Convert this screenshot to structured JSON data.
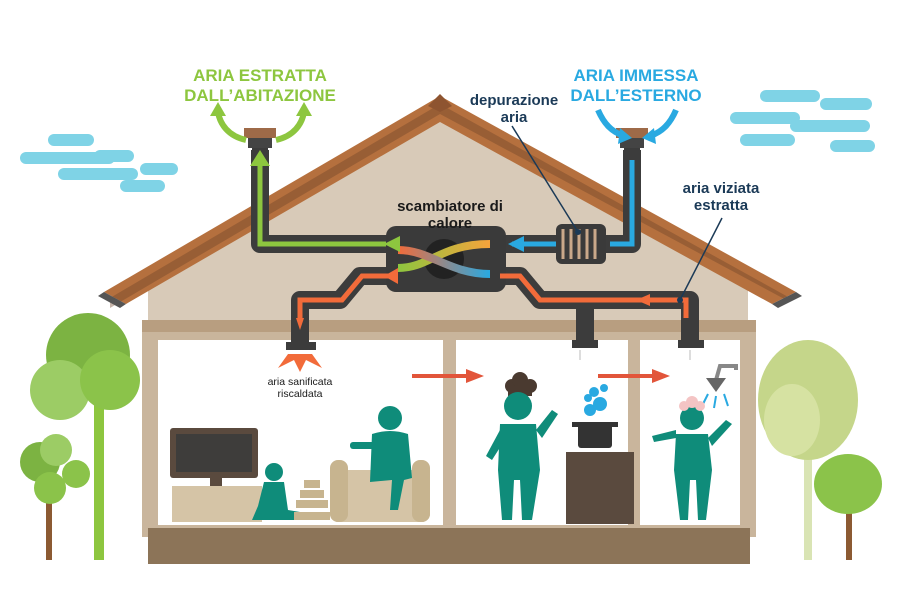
{
  "labels": {
    "extracted_air": [
      "ARIA ESTRATTA",
      "DALL’ABITAZIONE"
    ],
    "intake_air": [
      "ARIA IMMESSA",
      "DALL’ESTERNO"
    ],
    "purification": [
      "depurazione",
      "aria"
    ],
    "heat_exchanger": [
      "scambiatore di",
      "calore"
    ],
    "stale_air": [
      "aria viziata",
      "estratta"
    ],
    "sanitized_air": [
      "aria sanificata",
      "riscaldata"
    ]
  },
  "colors": {
    "extract_green": "#8dc63f",
    "intake_blue": "#29a9e1",
    "warm_orange": "#f26b3a",
    "person_teal": "#0f8c7a",
    "house_wall": "#dcd0c0",
    "roof": "#b5703e",
    "duct": "#3c3c3c",
    "cloud": "#7fd3e6"
  },
  "icons": [
    "cloud-icon",
    "tree-icon",
    "tv-icon",
    "person-icon",
    "chef-hat-icon",
    "pot-icon",
    "shower-icon",
    "filter-icon"
  ]
}
